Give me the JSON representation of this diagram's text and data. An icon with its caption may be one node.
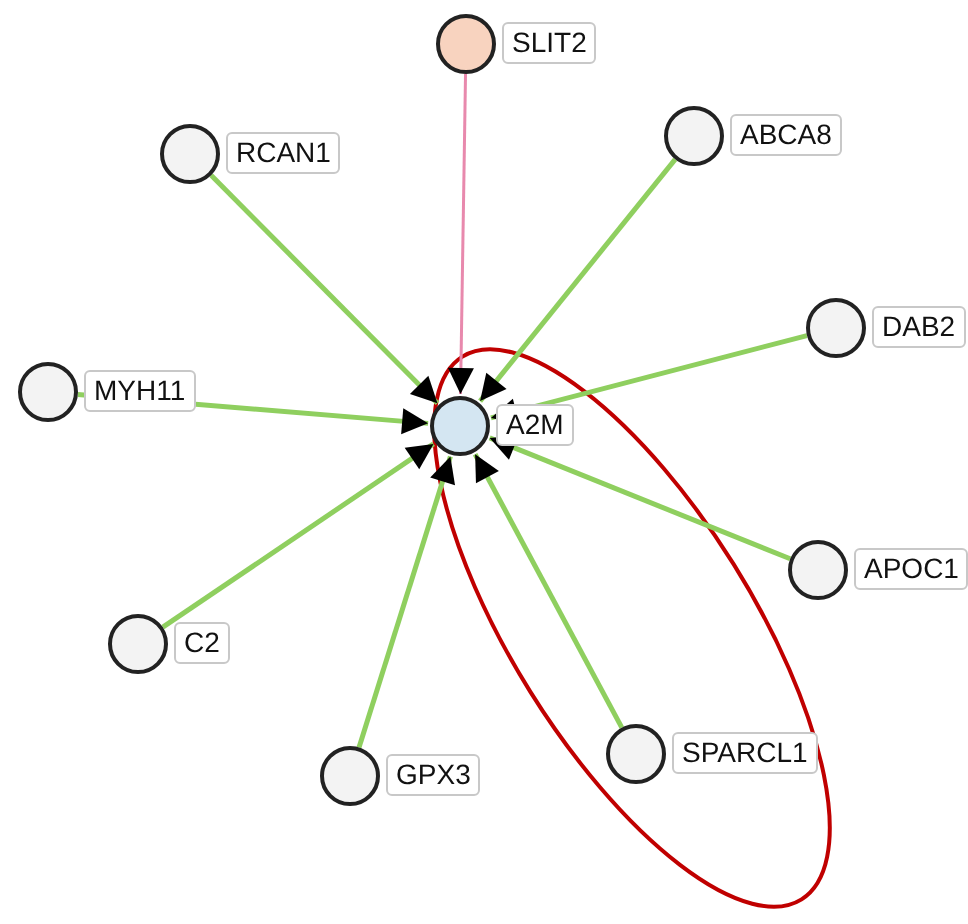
{
  "diagram": {
    "nodes": [
      {
        "text": [],
        "shape": "circle",
        "beside": [
          "SLIT2"
        ]
      },
      {
        "text": [],
        "shape": "circle",
        "beside": [
          "RCAN1"
        ]
      },
      {
        "text": [],
        "shape": "circle",
        "beside": [
          "ABCA8"
        ]
      },
      {
        "text": [],
        "shape": "circle",
        "beside": [
          "DAB2"
        ]
      },
      {
        "text": [],
        "shape": "circle",
        "beside": [
          "MYH11"
        ]
      },
      {
        "text": [],
        "shape": "circle",
        "beside": [
          "A2M"
        ]
      },
      {
        "text": [],
        "shape": "circle",
        "beside": [
          "APOC1"
        ]
      },
      {
        "text": [],
        "shape": "circle",
        "beside": [
          "C2"
        ]
      },
      {
        "text": [],
        "shape": "circle",
        "beside": [
          "GPX3"
        ]
      },
      {
        "text": [],
        "shape": "circle",
        "beside": [
          "SPARCL1"
        ]
      }
    ],
    "edges": [
      {
        "from": 0,
        "to": 5,
        "arrow": "to",
        "color": "#e889ad"
      },
      {
        "from": 1,
        "to": 5,
        "arrow": "to"
      },
      {
        "from": 2,
        "to": 5,
        "arrow": "to"
      },
      {
        "from": 3,
        "to": 5,
        "arrow": "to"
      },
      {
        "from": 4,
        "to": 5,
        "arrow": "to"
      },
      {
        "from": 6,
        "to": 5,
        "arrow": "to"
      },
      {
        "from": 7,
        "to": 5,
        "arrow": "to"
      },
      {
        "from": 8,
        "to": 5,
        "arrow": "to"
      },
      {
        "from": 9,
        "to": 5,
        "arrow": "to"
      }
    ]
  }
}
